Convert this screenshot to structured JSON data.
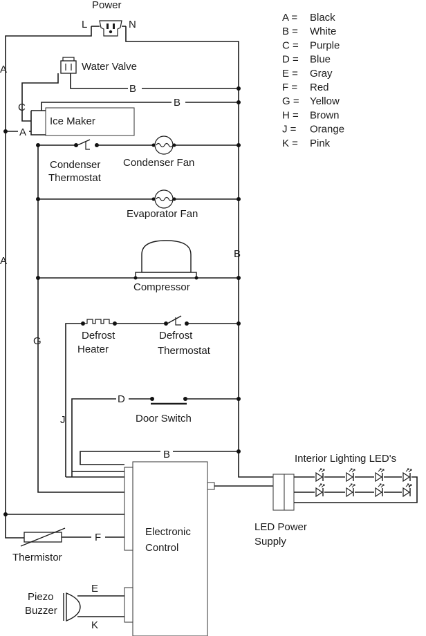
{
  "labels": {
    "power": "Power",
    "line": "L",
    "neutral": "N",
    "water_valve": "Water Valve",
    "ice_maker": "Ice Maker",
    "condenser_thermostat_1": "Condenser",
    "condenser_thermostat_2": "Thermostat",
    "condenser_fan": "Condenser Fan",
    "evaporator_fan": "Evaporator Fan",
    "compressor": "Compressor",
    "defrost_heater_1": "Defrost",
    "defrost_heater_2": "Heater",
    "defrost_thermostat_1": "Defrost",
    "defrost_thermostat_2": "Thermostat",
    "door_switch": "Door Switch",
    "interior_lighting": "Interior Lighting LED's",
    "led_power_supply_1": "LED Power",
    "led_power_supply_2": "Supply",
    "electronic_control_1": "Electronic",
    "electronic_control_2": "Control",
    "thermistor": "Thermistor",
    "piezo_buzzer_1": "Piezo",
    "piezo_buzzer_2": "Buzzer"
  },
  "wire_letters": {
    "a_top": "A",
    "a_mid": "A",
    "a_ice": "A",
    "b_valve": "B",
    "b_ice": "B",
    "b_right": "B",
    "b_control": "B",
    "c": "C",
    "d": "D",
    "e": "E",
    "f": "F",
    "g": "G",
    "j": "J",
    "k": "K"
  },
  "legend": [
    {
      "code": "A =",
      "color": "Black"
    },
    {
      "code": "B =",
      "color": "White"
    },
    {
      "code": "C =",
      "color": "Purple"
    },
    {
      "code": "D =",
      "color": "Blue"
    },
    {
      "code": "E =",
      "color": "Gray"
    },
    {
      "code": "F =",
      "color": "Red"
    },
    {
      "code": "G =",
      "color": "Yellow"
    },
    {
      "code": "H =",
      "color": "Brown"
    },
    {
      "code": "J =",
      "color": "Orange"
    },
    {
      "code": "K =",
      "color": "Pink"
    }
  ]
}
